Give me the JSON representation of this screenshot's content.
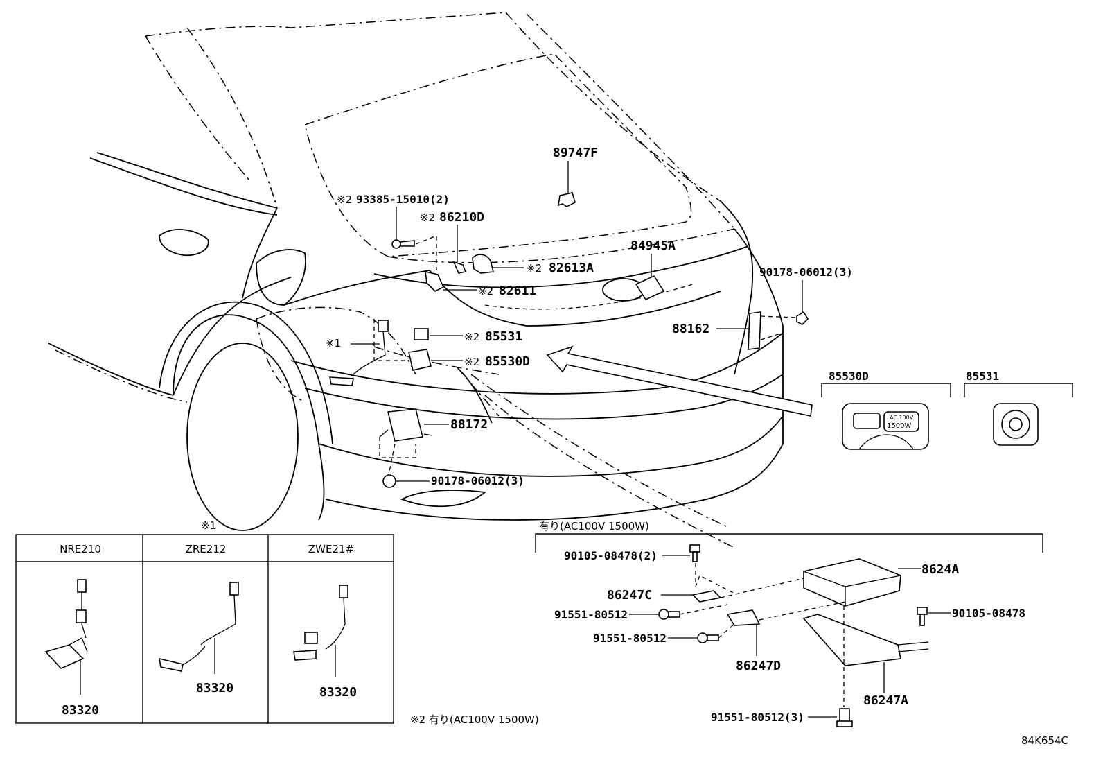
{
  "parts": {
    "p89747F": "89747F",
    "p93385": "93385-15010(2)",
    "p86210D": "86210D",
    "p82613A": "82613A",
    "p82611": "82611",
    "p84945A": "84945A",
    "p90178a": "90178-06012(3)",
    "p88162": "88162",
    "p85531": "85531",
    "p85530D": "85530D",
    "p88172": "88172",
    "p90178b": "90178-06012(3)",
    "p90105a": "90105-08478(2)",
    "p8624A": "8624A",
    "p86247C": "86247C",
    "p91551a": "91551-80512",
    "p91551b": "91551-80512",
    "p90105b": "90105-08478",
    "p86247D": "86247D",
    "p86247A": "86247A",
    "p91551c": "91551-80512(3)"
  },
  "marks": {
    "note1": "※1",
    "note2": "※2"
  },
  "detail_views": {
    "d85530D": "85530D",
    "d85531": "85531",
    "ac_label_1": "AC 100V",
    "ac_label_2": "1500W"
  },
  "inverter_group": {
    "title": "有り(AC100V 1500W)"
  },
  "variants": {
    "note": "※1",
    "columns": [
      {
        "model": "NRE210",
        "part": "83320"
      },
      {
        "model": "ZRE212",
        "part": "83320"
      },
      {
        "model": "ZWE21#",
        "part": "83320"
      }
    ]
  },
  "footnote": "※2 有り(AC100V 1500W)",
  "diagram_code": "84K654C"
}
